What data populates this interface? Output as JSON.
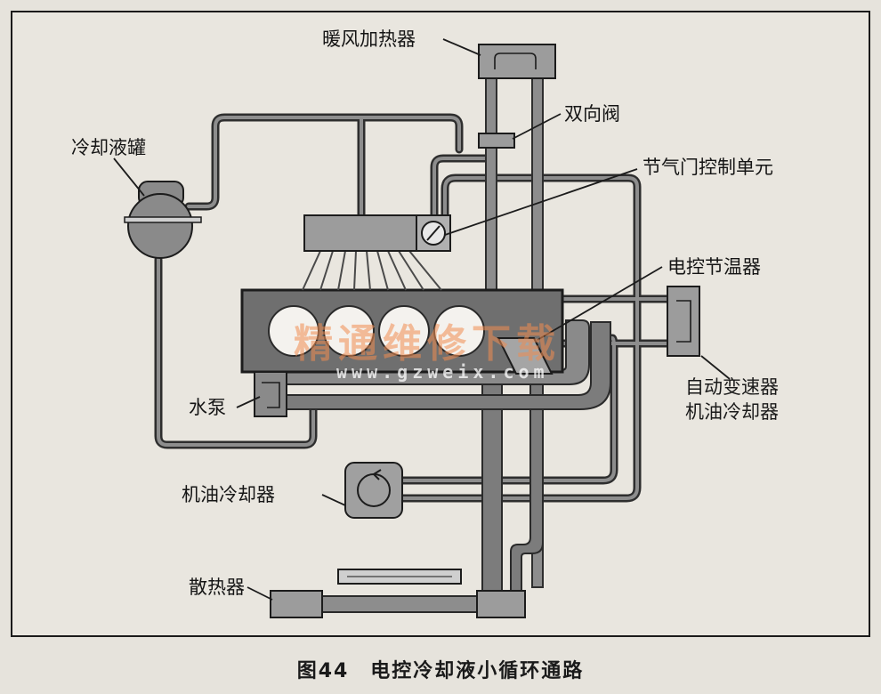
{
  "labels": {
    "heater_core": "暖风加热器",
    "bidirectional_valve": "双向阀",
    "throttle_control_unit": "节气门控制单元",
    "coolant_reservoir": "冷却液罐",
    "electronic_thermostat": "电控节温器",
    "water_pump": "水泵",
    "atf_cooler_line1": "自动变速器",
    "atf_cooler_line2": "机油冷却器",
    "oil_cooler": "机油冷却器",
    "radiator": "散热器"
  },
  "caption": "图44　电控冷却液小循环通路",
  "watermark": {
    "text": "精通维修下载",
    "url": "www.gzweix.com"
  },
  "colors": {
    "background": "#e6e3dc",
    "pipe_dark": "#3a3a3a",
    "pipe_fill": "#8a8a8a",
    "component_fill": "#9a9a9a",
    "engine_block": "#7a7a7a",
    "watermark": "#f08c50"
  }
}
